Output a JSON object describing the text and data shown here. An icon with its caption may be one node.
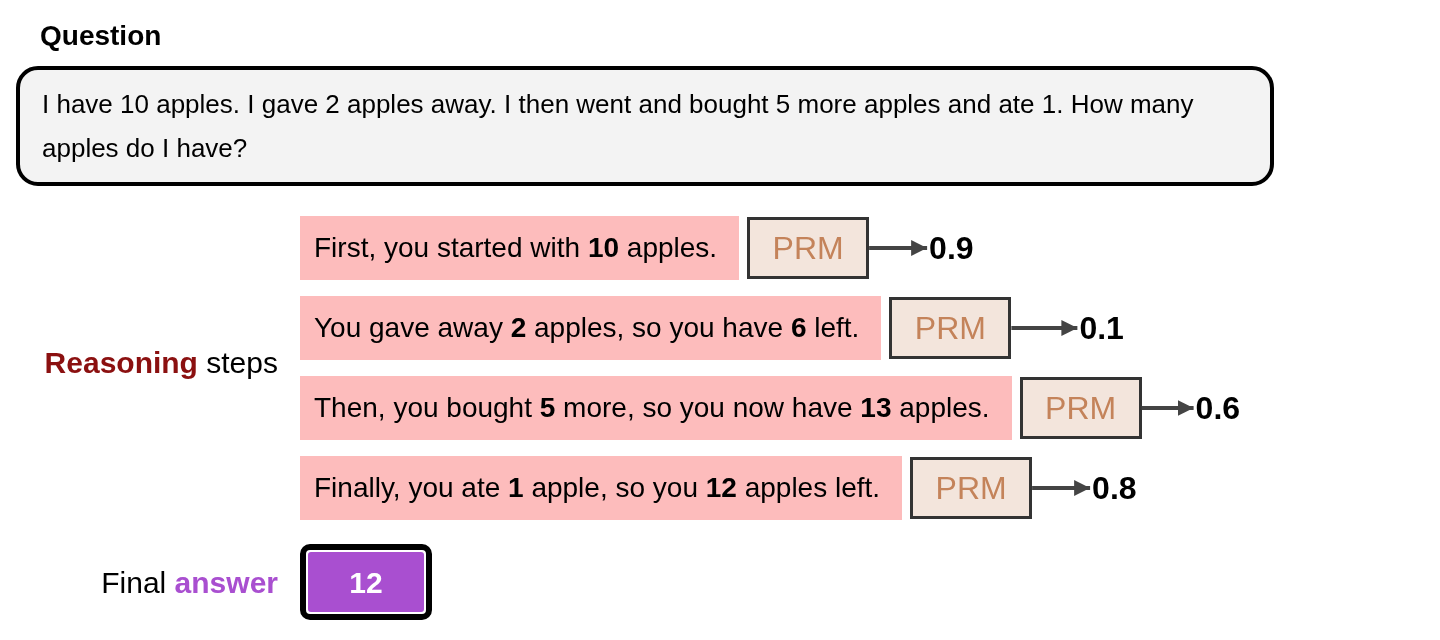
{
  "diagram": {
    "nodes": [
      {
        "text": [
          "Question",
          "I have 10 apples. I gave 2 apples away. I then went and bought 5 more apples and ate 1. How many apples do I have?"
        ]
      },
      {
        "text": [
          "First, you started with **10** apples."
        ]
      },
      {
        "text": [
          "You gave away **2** apples, so you have **6** left."
        ]
      },
      {
        "text": [
          "Then, you bought **5** more, so you now have **13** apples."
        ]
      },
      {
        "text": [
          "Finally, you ate **1** apple, so you **12** apples left."
        ]
      },
      {
        "text": [
          "PRM"
        ]
      },
      {
        "text": [
          "PRM"
        ]
      },
      {
        "text": [
          "PRM"
        ]
      },
      {
        "text": [
          "PRM"
        ]
      },
      {
        "text": [
          "0.9"
        ]
      },
      {
        "text": [
          "0.1"
        ]
      },
      {
        "text": [
          "0.6"
        ]
      },
      {
        "text": [
          "0.8"
        ]
      },
      {
        "text": [
          "12"
        ]
      }
    ],
    "edges": [
      {
        "from": 5,
        "to": 9,
        "arrow": "to"
      },
      {
        "from": 6,
        "to": 10,
        "arrow": "to"
      },
      {
        "from": 7,
        "to": 11,
        "arrow": "to"
      },
      {
        "from": 8,
        "to": 12,
        "arrow": "to"
      }
    ],
    "labels": [
      "**Reasoning** steps",
      "Final **answer**"
    ]
  }
}
